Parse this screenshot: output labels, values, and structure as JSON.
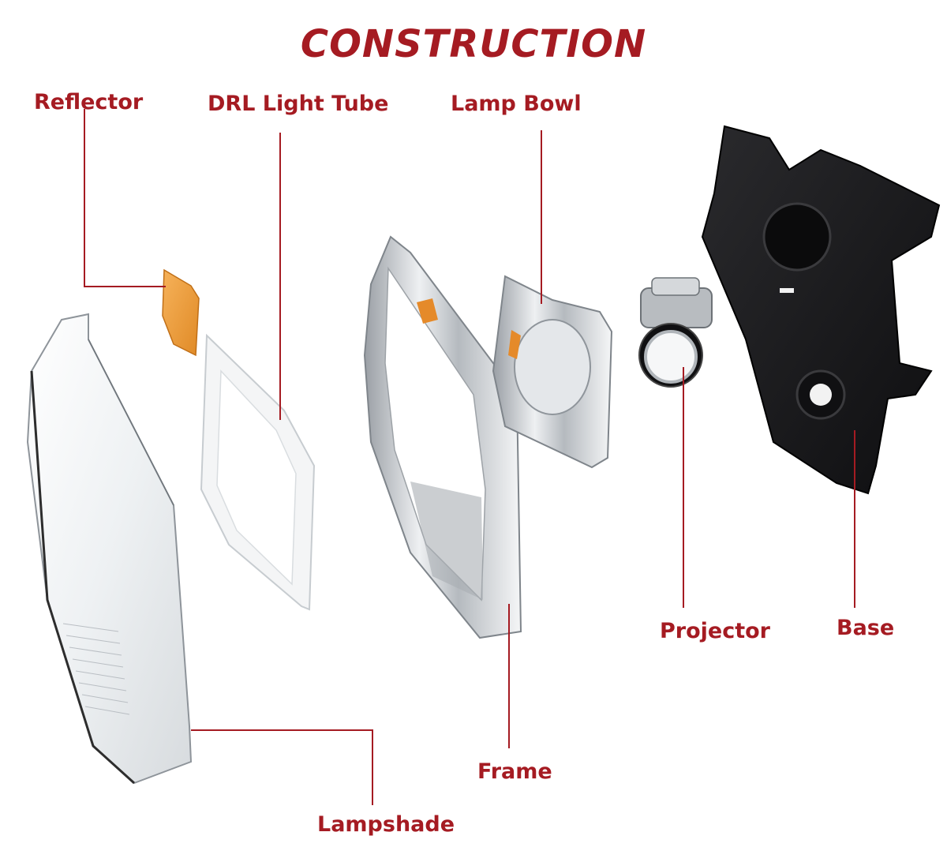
{
  "title": "CONSTRUCTION",
  "labels": {
    "reflector": "Reflector",
    "drl_light_tube": "DRL Light Tube",
    "lamp_bowl": "Lamp Bowl",
    "projector": "Projector",
    "base": "Base",
    "frame": "Frame",
    "lampshade": "Lampshade"
  },
  "colors": {
    "accent": "#a51b22",
    "reflector_amber": "#f0a040",
    "chrome": "#c8ccd0",
    "base_black": "#1c1c1e"
  }
}
